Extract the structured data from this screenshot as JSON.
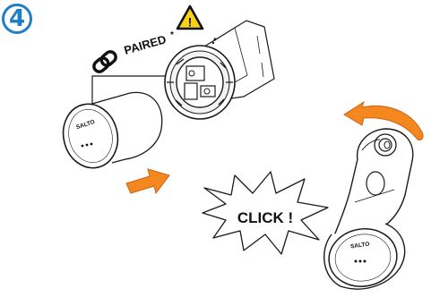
{
  "step": {
    "number": "4"
  },
  "pairing": {
    "label": "PAIRED",
    "footnote_mark": "*",
    "warning_mark": "!"
  },
  "click_burst": {
    "label": "CLICK !"
  },
  "brand": {
    "label": "SALTO"
  },
  "colors": {
    "step_blue": "#1f7fc4",
    "arrow_orange": "#f5871f",
    "arrow_orange_dark": "#c9651a",
    "warning_yellow": "#f7d117",
    "line": "#1a1a1a"
  },
  "icons": [
    "chain-link-icon",
    "warning-triangle-icon",
    "push-arrow-icon",
    "rotate-arrow-icon",
    "click-burst-icon"
  ]
}
